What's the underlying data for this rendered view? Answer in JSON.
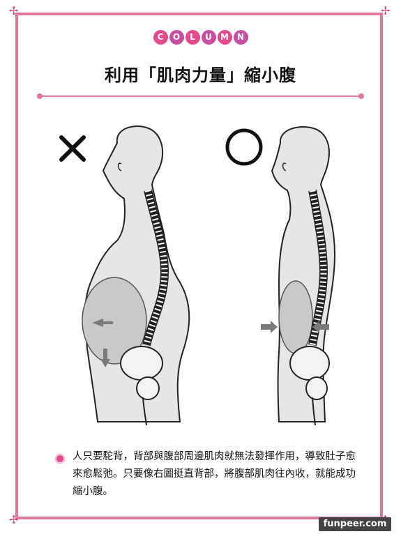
{
  "header": {
    "column_letters": [
      {
        "letter": "C",
        "color": "#e3498c"
      },
      {
        "letter": "O",
        "color": "#c74ea0"
      },
      {
        "letter": "L",
        "color": "#e3498c"
      },
      {
        "letter": "U",
        "color": "#c74ea0"
      },
      {
        "letter": "M",
        "color": "#e3498c"
      },
      {
        "letter": "N",
        "color": "#c74ea0"
      }
    ],
    "title": "利用「肌肉力量」縮小腹"
  },
  "illustration": {
    "wrong_mark": "×",
    "right_mark": "○"
  },
  "caption": {
    "text": "人只要駝背，背部與腹部周邊肌肉就無法發揮作用，導致肚子愈來愈鬆弛。只要像右圖挺直背部，將腹部肌肉往內收，就能成功縮小腹。"
  },
  "watermark": "funpeer.com",
  "colors": {
    "frame": "#e0769e",
    "accent": "#d9457e",
    "body_fill": "#e6e6e6",
    "belly_fill": "#c9c9c9",
    "arrow": "#7a7a7a"
  }
}
